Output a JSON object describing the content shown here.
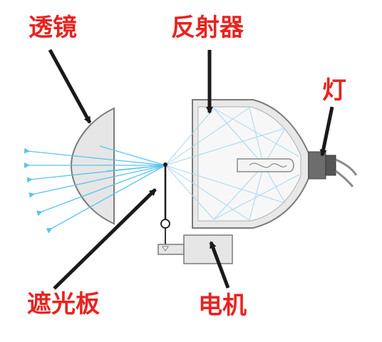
{
  "labels": {
    "lens": "透镜",
    "reflector": "反射器",
    "lamp": "灯",
    "shield": "遮光板",
    "motor": "电机"
  },
  "colors": {
    "label": "#e8231f",
    "arrow": "#1a1a1a",
    "part_fill": "#e6e6e6",
    "part_stroke": "#777777",
    "light_ray": "#59c4ee",
    "reflector_ray": "#b7dff3"
  }
}
